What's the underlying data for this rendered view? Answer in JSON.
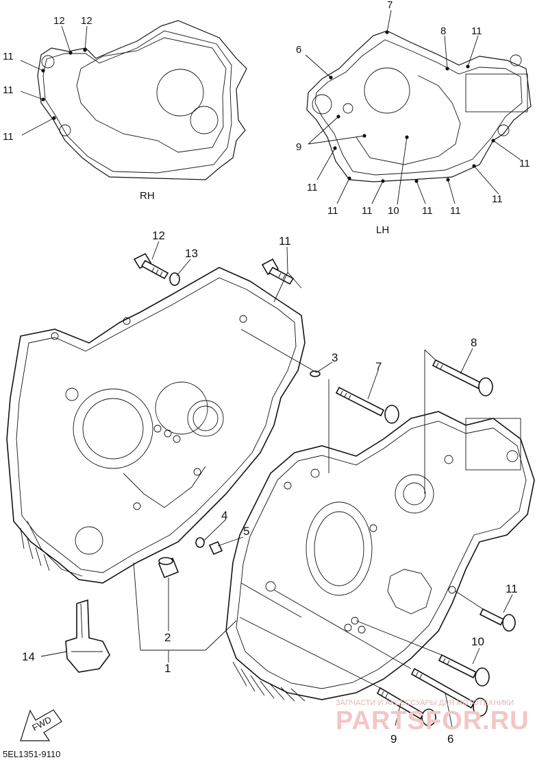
{
  "labels": {
    "rh_title": "RH",
    "lh_title": "LH",
    "callout_1": "1",
    "callout_2": "2",
    "callout_3": "3",
    "callout_4": "4",
    "callout_5": "5",
    "callout_6": "6",
    "callout_7": "7",
    "callout_8": "8",
    "callout_9": "9",
    "callout_10": "10",
    "callout_11": "11",
    "callout_12": "12",
    "callout_13": "13",
    "callout_14": "14",
    "fwd": "FWD",
    "diagram_code": "5EL1351-9110"
  },
  "watermark": {
    "line1": "ЗАПЧАСТИ И АКСЕССУАРЫ ДЛЯ МОТОТЕХНИКИ",
    "brand": "PARTSFOR.RU"
  },
  "colors": {
    "ink": "#111111",
    "watermark": "#e05555"
  }
}
